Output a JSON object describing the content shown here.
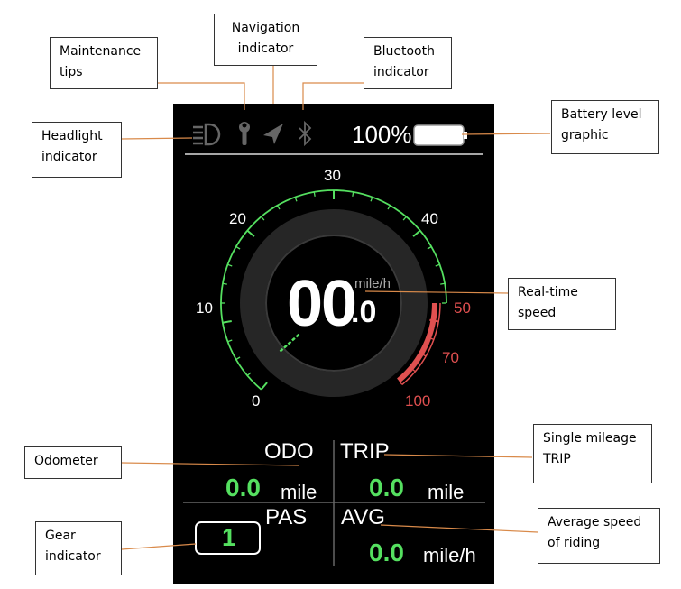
{
  "display": {
    "battery_percent": "100%",
    "gauge": {
      "labels_green": [
        "0",
        "10",
        "20",
        "30",
        "40"
      ],
      "labels_red": [
        "50",
        "70",
        "100"
      ]
    },
    "speed": {
      "integer": "00",
      "decimal": ".0",
      "unit": "mile/h"
    },
    "odo": {
      "label": "ODO",
      "value": "0.0",
      "unit": "mile"
    },
    "trip": {
      "label": "TRIP",
      "value": "0.0",
      "unit": "mile"
    },
    "pas": {
      "label": "PAS",
      "gear": "1"
    },
    "avg": {
      "label": "AVG",
      "value": "0.0",
      "unit": "mile/h"
    }
  },
  "callouts": {
    "navigation": "Navigation\nindicator",
    "maintenance": "Maintenance\ntips",
    "bluetooth": "Bluetooth\nindicator",
    "headlight": "Headlight\nindicator",
    "battery": "Battery level\ngraphic",
    "realtime_speed": "Real-time\nspeed",
    "odometer": "Odometer",
    "single_mileage": "Single mileage\nTRIP",
    "gear": "Gear\nindicator",
    "average_speed": "Average speed\nof riding"
  },
  "colors": {
    "green": "#55e060",
    "red": "#e05050",
    "background": "#000000"
  }
}
